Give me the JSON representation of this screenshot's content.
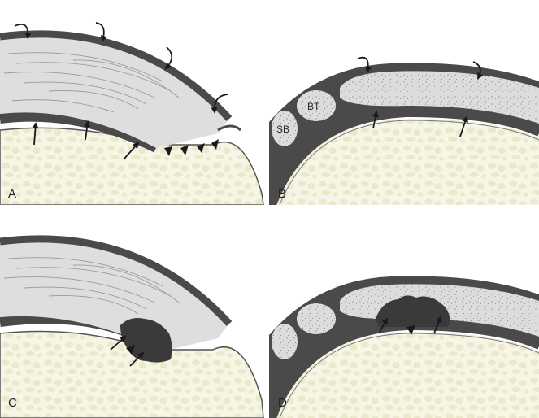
{
  "figure": {
    "panels": [
      {
        "id": "A",
        "label": "A"
      },
      {
        "id": "B",
        "label": "B",
        "structures": {
          "BT": "BT",
          "SB": "SB"
        }
      },
      {
        "id": "C",
        "label": "C"
      },
      {
        "id": "D",
        "label": "D"
      }
    ],
    "colors": {
      "cortex": "#4a4a4a",
      "tendon": "#dedede",
      "bone": "#f7f5e6",
      "bone_pattern": "#ece9cf",
      "lesion": "#3a3a3a",
      "bursa": "#dcdcdc"
    }
  }
}
